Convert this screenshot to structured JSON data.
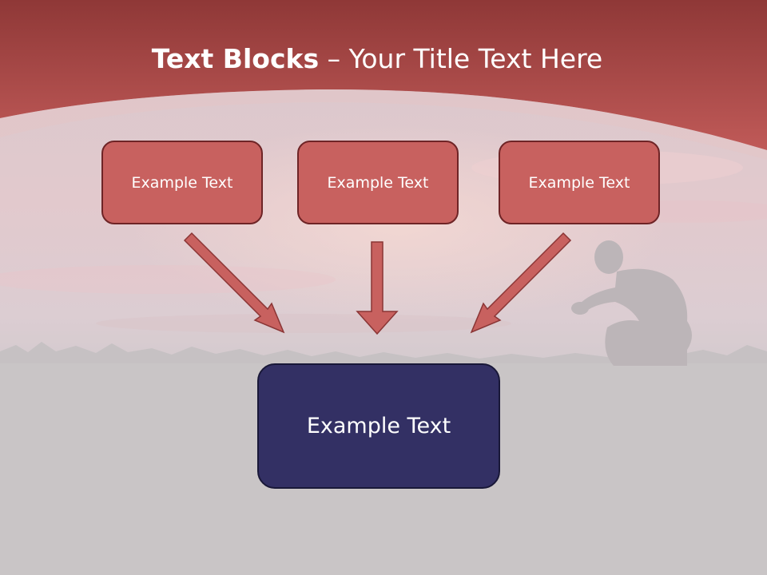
{
  "slide": {
    "title_bold": "Text Blocks",
    "title_dash": " – ",
    "title_rest": "Your Title Text Here"
  },
  "diagram": {
    "top_boxes": [
      {
        "label": "Example Text"
      },
      {
        "label": "Example Text"
      },
      {
        "label": "Example Text"
      }
    ],
    "bottom_box": {
      "label": "Example Text"
    }
  },
  "colors": {
    "header": "#b54f4d",
    "top_box_fill": "#c8615f",
    "top_box_border": "#6e2426",
    "bottom_box_fill": "#333064",
    "arrow_fill": "#c8615f"
  }
}
